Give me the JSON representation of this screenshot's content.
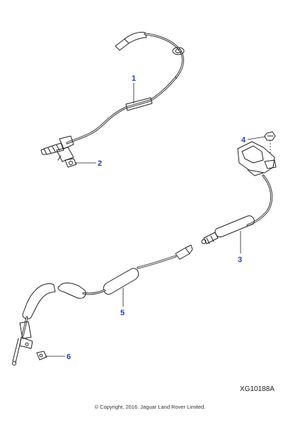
{
  "callouts": {
    "c1": "1",
    "c2": "2",
    "c3": "3",
    "c4": "4",
    "c5": "5",
    "c6": "6"
  },
  "reference_code": "XG10188A",
  "copyright": "© Copyright, 2016. Jaguar Land Rover Limited.",
  "colors": {
    "callout": "#1f3fb8",
    "line_art": "#222222",
    "background": "#ffffff"
  }
}
